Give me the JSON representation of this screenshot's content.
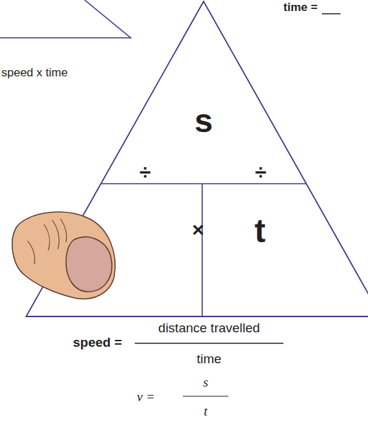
{
  "diagram": {
    "nodes": [
      {
        "text": [
          "s",
          "÷",
          "÷",
          "×",
          "t"
        ]
      }
    ],
    "labels": [
      "speed x time",
      "time =",
      "speed =",
      "distance travelled",
      "time",
      "v =",
      "s",
      "t"
    ]
  }
}
